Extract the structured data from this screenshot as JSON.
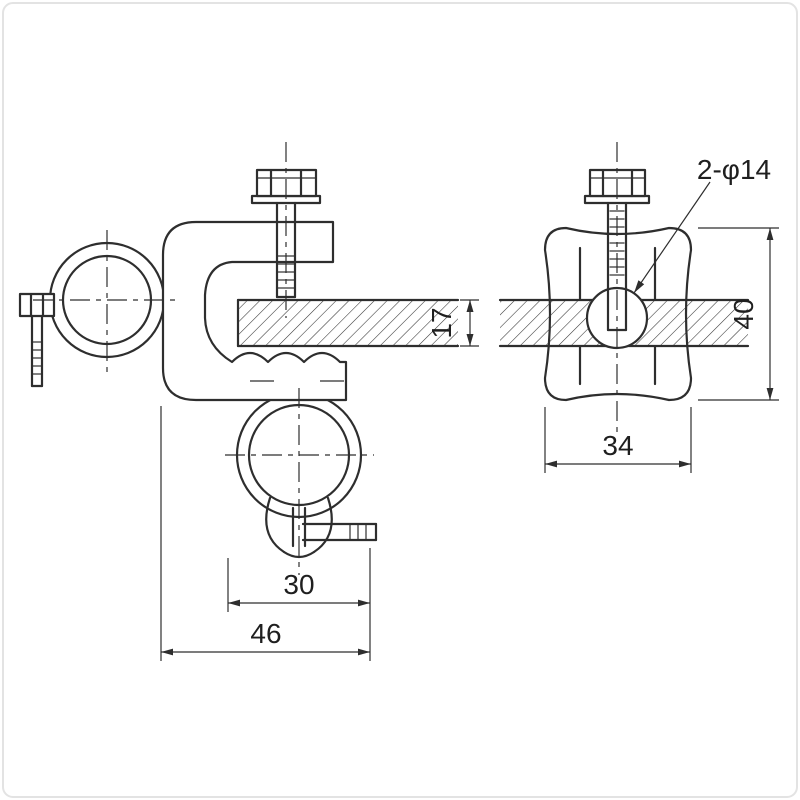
{
  "drawing": {
    "callouts": {
      "hole_diameter": "2-φ14"
    },
    "dimensions": {
      "flange_thickness": "17",
      "body_height": "40",
      "body_width": "34",
      "clamp_width": "30",
      "overall_width": "46"
    },
    "colors": {
      "line": "#2e2e2e",
      "background": "#ffffff",
      "frame": "#e3e3e3"
    }
  }
}
